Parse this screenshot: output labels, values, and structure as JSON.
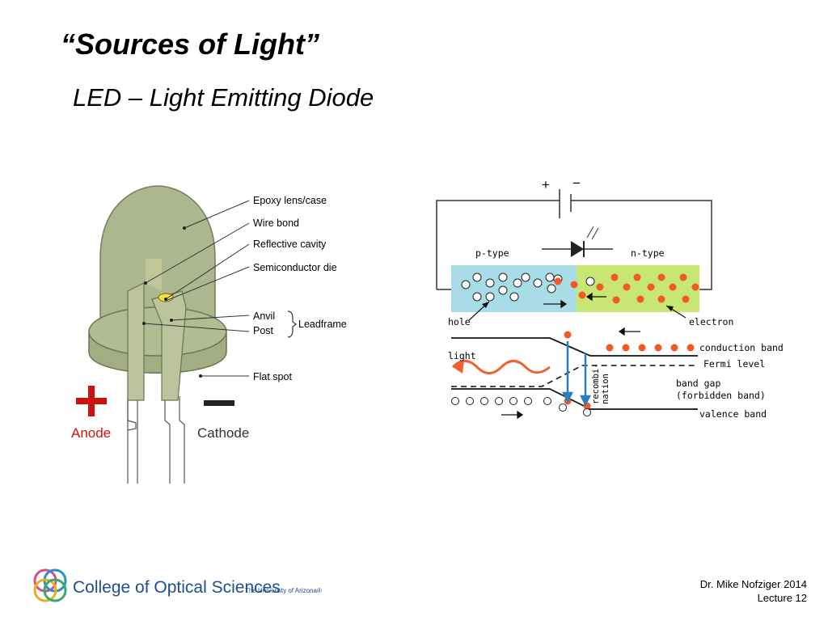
{
  "slide": {
    "title": "“Sources of Light”",
    "subtitle": "LED – Light Emitting Diode"
  },
  "led_diagram": {
    "labels": {
      "epoxy": "Epoxy lens/case",
      "wire_bond": "Wire bond",
      "reflective_cavity": "Reflective cavity",
      "semiconductor_die": "Semiconductor die",
      "anvil": "Anvil",
      "post": "Post",
      "leadframe": "Leadframe",
      "flat_spot": "Flat spot",
      "anode": "Anode",
      "cathode": "Cathode"
    },
    "colors": {
      "epoxy": "#a9b48a",
      "anode": "#cc1111"
    }
  },
  "band_diagram": {
    "labels": {
      "plus": "+",
      "minus": "−",
      "p_type": "p-type",
      "n_type": "n-type",
      "hole": "hole",
      "electron": "electron",
      "conduction_band": "conduction band",
      "fermi_level": "Fermi level",
      "band_gap_1": "band gap",
      "band_gap_2": "(forbidden band)",
      "valence_band": "valence band",
      "light": "light",
      "recombination_1": "recombi-",
      "recombination_2": "nation"
    },
    "colors": {
      "p_region": "#a8dde8",
      "n_region": "#c8e672",
      "electron": "#f05a28",
      "light": "#f06030",
      "arrow": "#2a7fc0"
    }
  },
  "footer": {
    "author": "Dr. Mike Nofziger   2014",
    "lecture": "Lecture 12",
    "logo_text": "College of Optical Sciences",
    "logo_subtext": "The University of Arizona®"
  }
}
